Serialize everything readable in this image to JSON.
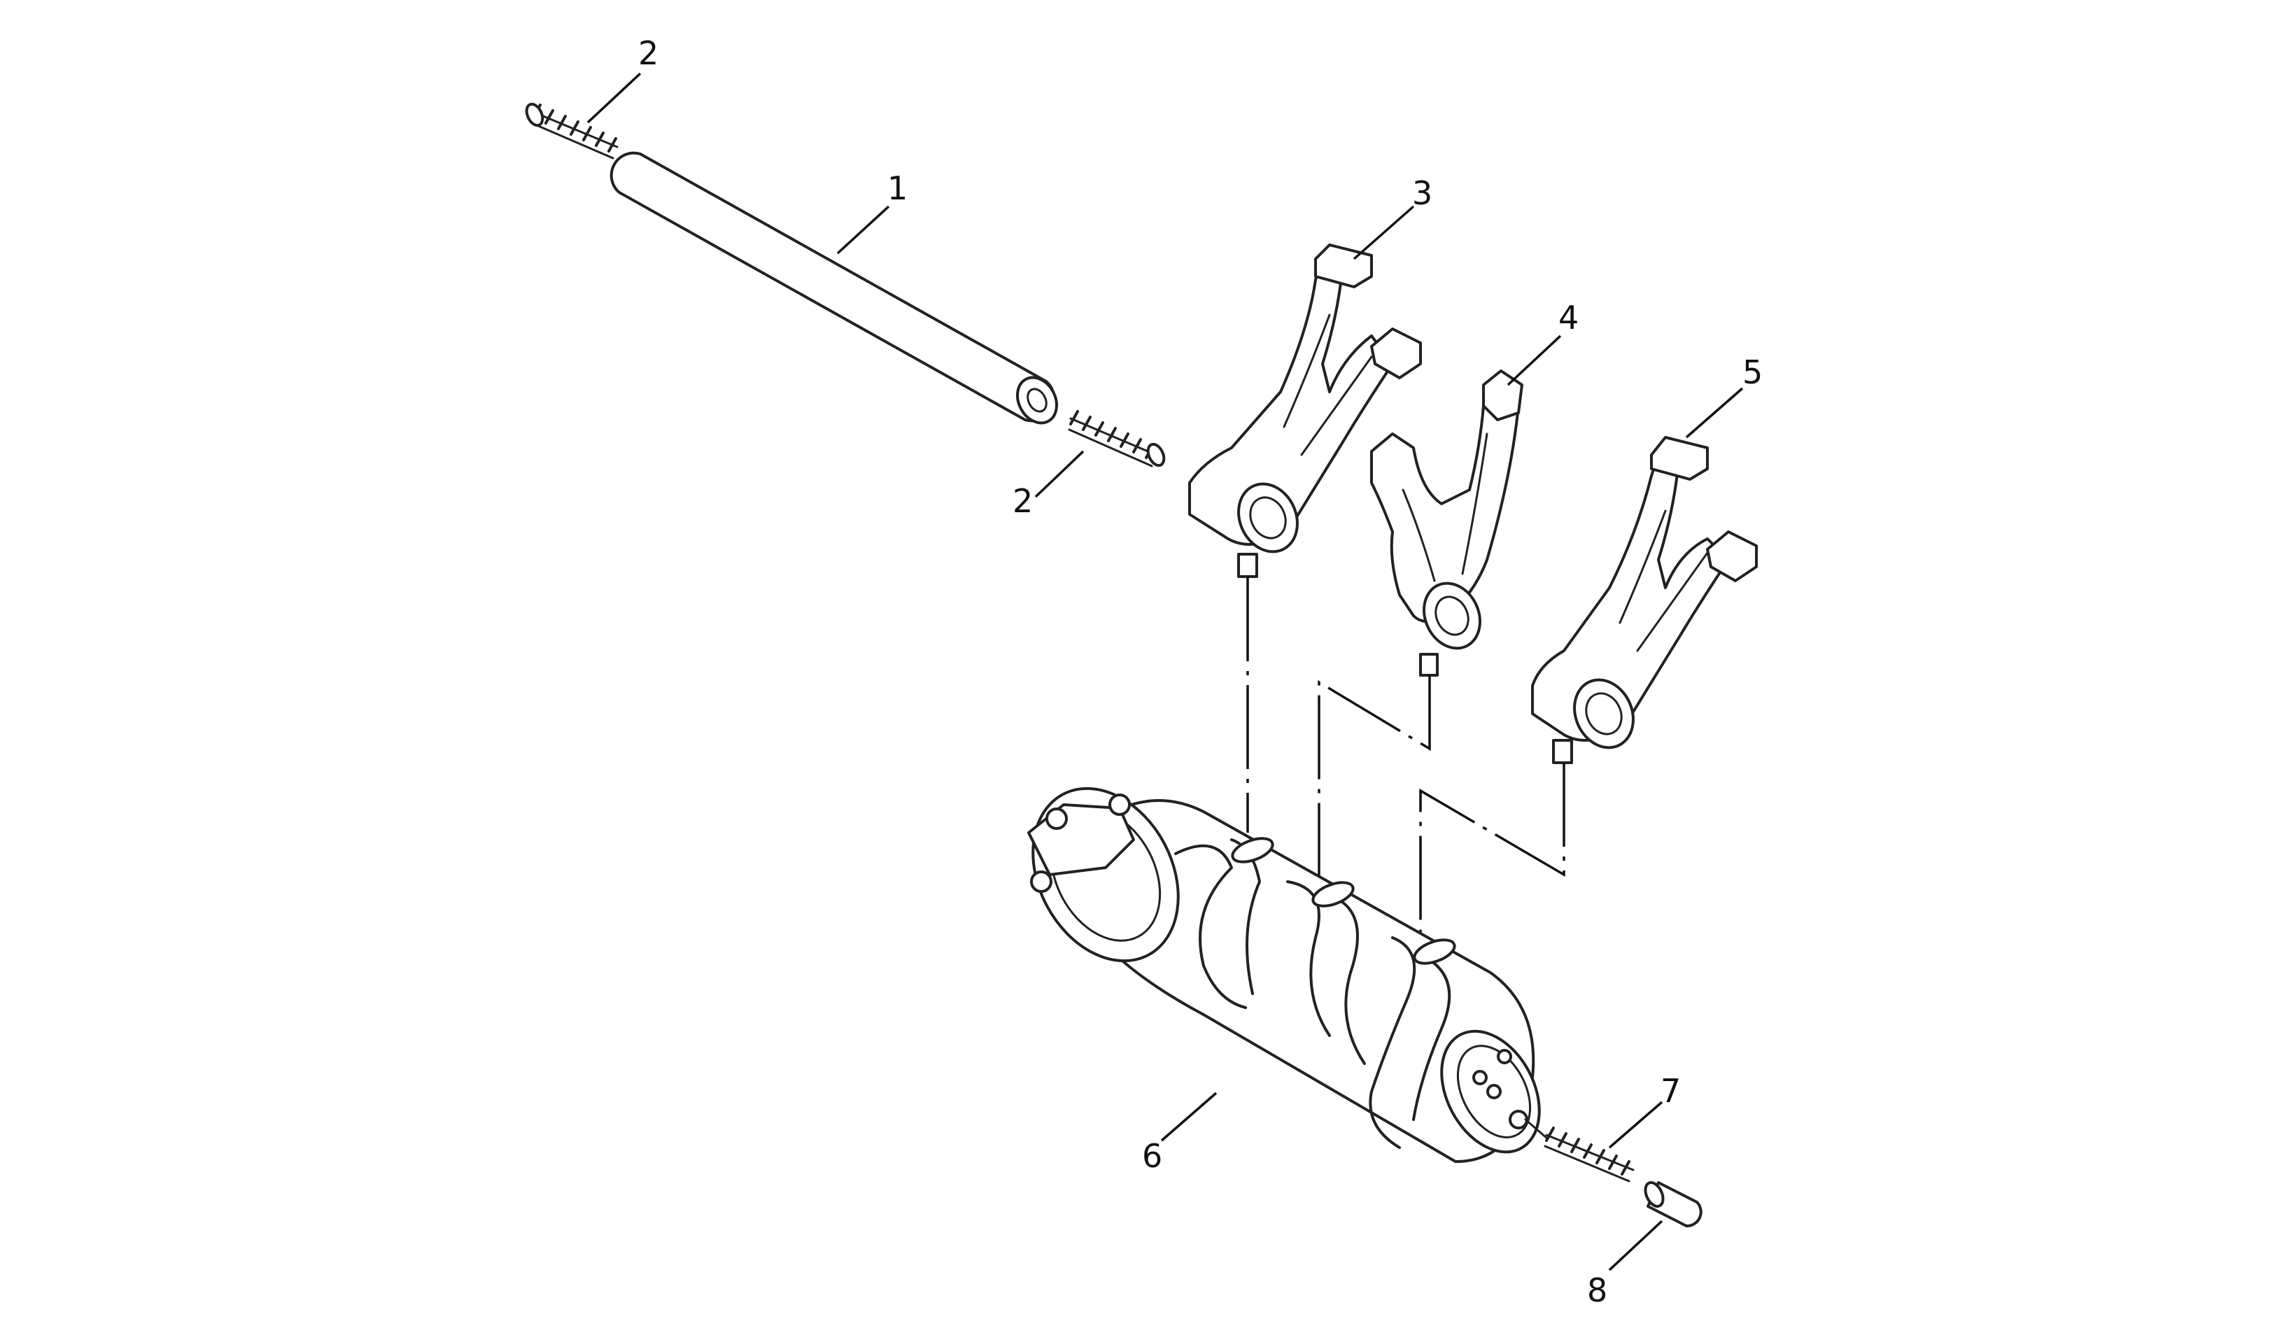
{
  "diagram": {
    "type": "exploded-parts-diagram",
    "line_color": "#222222",
    "background": "#ffffff",
    "callouts": [
      {
        "id": "c2a",
        "label": "2",
        "part": "spring-top"
      },
      {
        "id": "c1",
        "label": "1",
        "part": "shift-fork-shaft"
      },
      {
        "id": "c3",
        "label": "3",
        "part": "shift-fork-left"
      },
      {
        "id": "c4",
        "label": "4",
        "part": "shift-fork-center"
      },
      {
        "id": "c5",
        "label": "5",
        "part": "shift-fork-right"
      },
      {
        "id": "c2b",
        "label": "2",
        "part": "spring-middle"
      },
      {
        "id": "c6",
        "label": "6",
        "part": "shift-drum"
      },
      {
        "id": "c7",
        "label": "7",
        "part": "spring-drum"
      },
      {
        "id": "c8",
        "label": "8",
        "part": "pin"
      }
    ]
  }
}
